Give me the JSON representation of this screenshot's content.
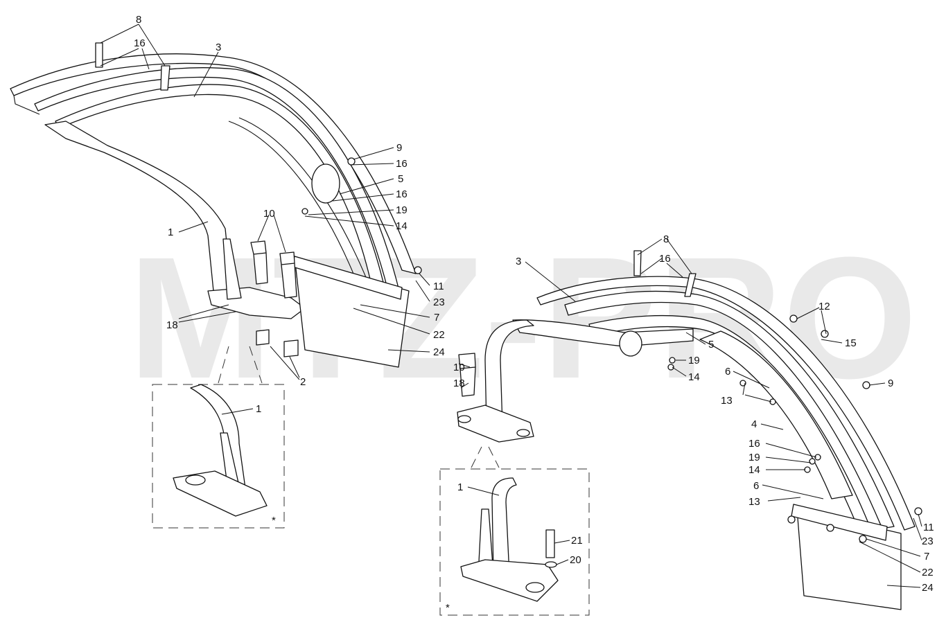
{
  "watermark": "MTZ-PRO",
  "note_marker": "*",
  "labels": {
    "l8a": "8",
    "l16a": "16",
    "l3a": "3",
    "l9a": "9",
    "l16b": "16",
    "l5a": "5",
    "l16c": "16",
    "l19a": "19",
    "l14a": "14",
    "l10a": "10",
    "l1a": "1",
    "l11a": "11",
    "l23a": "23",
    "l7a": "7",
    "l22a": "22",
    "l24a": "24",
    "l18a": "18",
    "l2a": "2",
    "l1b": "1",
    "l8b": "8",
    "l16d": "16",
    "l3b": "3",
    "l12a": "12",
    "l15a": "15",
    "l19b": "19",
    "l5b": "5",
    "l14b": "14",
    "l6a": "6",
    "l13a": "13",
    "l9b": "9",
    "l10b": "10",
    "l18b": "18",
    "l4a": "4",
    "l16e": "16",
    "l19c": "19",
    "l14c": "14",
    "l6b": "6",
    "l13b": "13",
    "l11b": "11",
    "l23b": "23",
    "l7b": "7",
    "l22b": "22",
    "l24b": "24",
    "l1c": "1",
    "l21a": "21",
    "l20a": "20"
  }
}
